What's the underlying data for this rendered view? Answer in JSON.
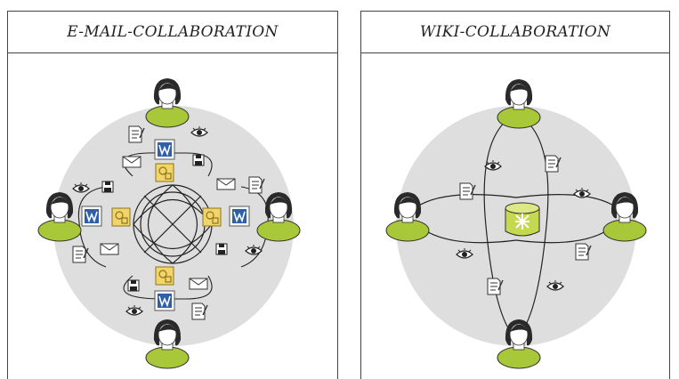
{
  "email_panel": {
    "title": "E-MAIL-COLLABORATION",
    "users": [
      "top-user",
      "left-user",
      "right-user",
      "bottom-user"
    ],
    "icons": [
      "person-icon",
      "word-document-icon",
      "envelope-icon",
      "floppy-disk-icon",
      "eye-icon",
      "document-icon",
      "attachment-icon"
    ]
  },
  "wiki_panel": {
    "title": "WIKI-COLLABORATION",
    "users": [
      "top-user",
      "left-user",
      "right-user",
      "bottom-user"
    ],
    "icons": [
      "person-icon",
      "wiki-database-icon",
      "eye-icon",
      "document-icon"
    ]
  },
  "colors": {
    "person_body": "#a8c83a",
    "person_hair": "#2a2a2a",
    "word_blue": "#2e5fa8",
    "attachment_yellow": "#f2d468",
    "background_circle": "#dedede",
    "database_green": "#c4d850"
  }
}
